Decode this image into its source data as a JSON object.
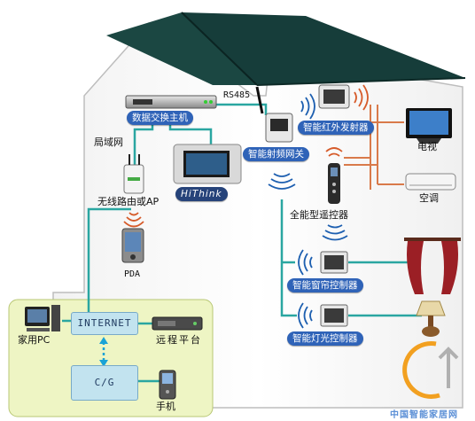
{
  "devices": {
    "data_switch_host": "数据交换主机",
    "rs485": "RS485",
    "lan": "局域网",
    "hithink": "HiThink",
    "wireless_router": "无线路由或AP",
    "pda": "PDA",
    "rf_gateway": "智能射频网关",
    "ir_emitter": "智能红外发射器",
    "tv": "电视",
    "ac": "空调",
    "universal_remote": "全能型遥控器",
    "curtain_controller": "智能窗帘控制器",
    "light_controller": "智能灯光控制器",
    "home_pc": "家用PC",
    "internet": "INTERNET",
    "remote_platform": "远程平台",
    "cg": "C/G",
    "mobile_phone": "手机"
  },
  "watermark": "中国智能家居网",
  "colors": {
    "roof": "#163d3a",
    "wall": "#ffffff",
    "pill": "#2f63b8",
    "link": "#2aa6a1",
    "ir_line": "#d97a4a",
    "outdoor_panel": "#eef5c4",
    "internet_box": "#c2e3ef",
    "dash_arrow": "#1aa3d6"
  }
}
